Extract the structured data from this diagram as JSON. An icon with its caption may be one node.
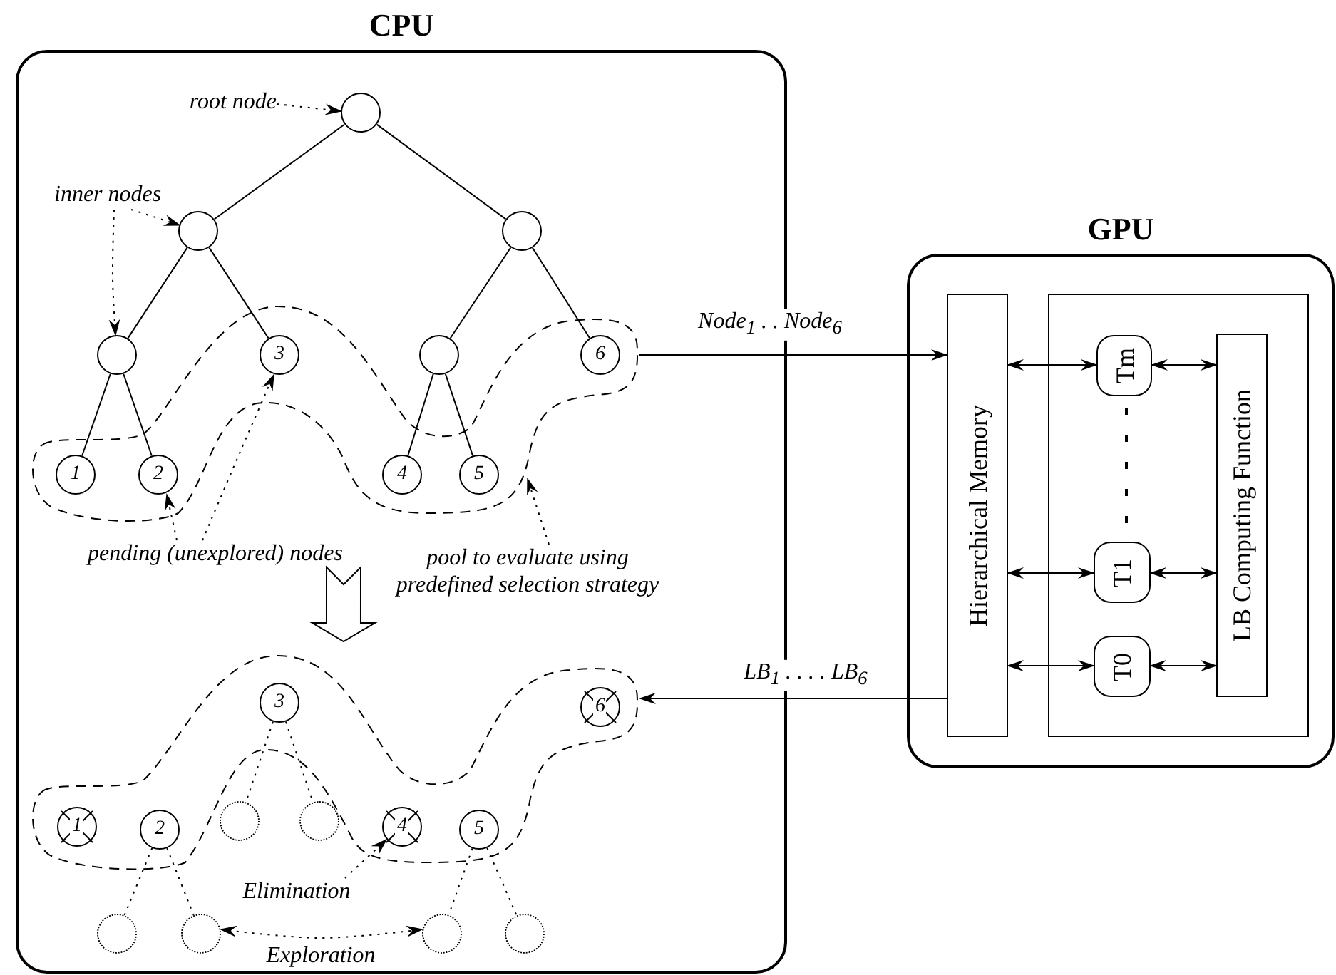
{
  "diagram": {
    "nodes": [
      {
        "text": [
          "CPU"
        ]
      },
      {
        "text": [
          "root node"
        ],
        "in": 0
      },
      {
        "text": [],
        "shape": "circle",
        "in": 0
      },
      {
        "text": [
          "inner nodes"
        ],
        "in": 0
      },
      {
        "text": [],
        "shape": "circle",
        "in": 0
      },
      {
        "text": [],
        "shape": "circle",
        "in": 0
      },
      {
        "text": [],
        "shape": "outline",
        "in": 0
      },
      {
        "text": [],
        "shape": "circle",
        "in": 0
      },
      {
        "text": [
          "3"
        ],
        "in": 6
      },
      {
        "text": [],
        "shape": "circle",
        "in": 0
      },
      {
        "text": [
          "6"
        ],
        "in": 6
      },
      {
        "text": [
          "1"
        ],
        "in": 6
      },
      {
        "text": [
          "2"
        ],
        "in": 6
      },
      {
        "text": [
          "4"
        ],
        "in": 6
      },
      {
        "text": [
          "5"
        ],
        "in": 6
      },
      {
        "text": [
          "pending (unexplored) nodes"
        ],
        "in": 0
      },
      {
        "text": [
          "pool to evaluate using predefined selection strategy"
        ],
        "in": 0
      },
      {
        "text": [],
        "shape": "outline",
        "in": 0
      },
      {
        "text": [
          "3"
        ],
        "in": 17
      },
      {
        "text": [
          "6"
        ],
        "in": 17
      },
      {
        "text": [
          "1"
        ],
        "in": 17
      },
      {
        "text": [
          "2"
        ],
        "in": 17
      },
      {
        "text": [],
        "shape": "circle",
        "in": 0
      },
      {
        "text": [],
        "shape": "circle",
        "in": 0
      },
      {
        "text": [
          "4"
        ],
        "in": 17
      },
      {
        "text": [
          "5"
        ],
        "in": 17
      },
      {
        "text": [
          "Elimination"
        ],
        "in": 0
      },
      {
        "text": [],
        "shape": "circle",
        "in": 0
      },
      {
        "text": [],
        "shape": "circle",
        "in": 0
      },
      {
        "text": [],
        "shape": "circle",
        "in": 0
      },
      {
        "text": [],
        "shape": "circle",
        "in": 0
      },
      {
        "text": [
          "GPU"
        ]
      },
      {
        "text": [
          "Hierarchical Memory"
        ],
        "in": 31
      },
      {
        "text": [],
        "shape": "box",
        "in": 31
      },
      {
        "text": [
          "Tm"
        ],
        "in": 33
      },
      {
        "text": [
          "T1"
        ],
        "in": 33
      },
      {
        "text": [
          "T0"
        ],
        "in": 33
      },
      {
        "text": [
          "LB Computing Function"
        ],
        "in": 33
      }
    ],
    "edges": [
      {
        "from": 2,
        "to": 4,
        "arrow": "none"
      },
      {
        "from": 2,
        "to": 5,
        "arrow": "none"
      },
      {
        "from": 4,
        "to": 7,
        "arrow": "none"
      },
      {
        "from": 4,
        "to": 8,
        "arrow": "none"
      },
      {
        "from": 5,
        "to": 9,
        "arrow": "none"
      },
      {
        "from": 5,
        "to": 10,
        "arrow": "none"
      },
      {
        "from": 7,
        "to": 11,
        "arrow": "none"
      },
      {
        "from": 7,
        "to": 12,
        "arrow": "none"
      },
      {
        "from": 9,
        "to": 13,
        "arrow": "none"
      },
      {
        "from": 9,
        "to": 14,
        "arrow": "none"
      },
      {
        "from": 1,
        "to": 2,
        "arrow": "to",
        "style": "dashed"
      },
      {
        "from": 3,
        "to": 4,
        "arrow": "to",
        "style": "dashed"
      },
      {
        "from": 3,
        "to": 7,
        "arrow": "to",
        "style": "dashed"
      },
      {
        "from": 15,
        "to": 12,
        "arrow": "to",
        "style": "dashed"
      },
      {
        "from": 15,
        "to": 8,
        "arrow": "to",
        "style": "dashed"
      },
      {
        "from": 16,
        "to": 6,
        "arrow": "to",
        "style": "dashed"
      },
      {
        "from": 26,
        "to": 24,
        "arrow": "to",
        "style": "dashed"
      },
      {
        "from": 18,
        "to": 22,
        "arrow": "none",
        "style": "dashed"
      },
      {
        "from": 18,
        "to": 23,
        "arrow": "none",
        "style": "dashed"
      },
      {
        "from": 21,
        "to": 27,
        "arrow": "none",
        "style": "dashed"
      },
      {
        "from": 21,
        "to": 28,
        "arrow": "none",
        "style": "dashed"
      },
      {
        "from": 25,
        "to": 29,
        "arrow": "none",
        "style": "dashed"
      },
      {
        "from": 25,
        "to": 30,
        "arrow": "none",
        "style": "dashed"
      },
      {
        "from": 28,
        "to": 29,
        "arrow": "both",
        "style": "dashed",
        "label": "Exploration"
      },
      {
        "from": 6,
        "to": 32,
        "arrow": "to",
        "label": "Node$_{1}$ . . Node$_{6}$"
      },
      {
        "from": 32,
        "to": 17,
        "arrow": "to",
        "label": "LB$_{1}$ . . . . LB$_{6}$"
      },
      {
        "from": 32,
        "to": 34,
        "arrow": "both"
      },
      {
        "from": 32,
        "to": 35,
        "arrow": "both"
      },
      {
        "from": 32,
        "to": 36,
        "arrow": "both"
      },
      {
        "from": 34,
        "to": 37,
        "arrow": "both"
      },
      {
        "from": 35,
        "to": 37,
        "arrow": "both"
      },
      {
        "from": 36,
        "to": 37,
        "arrow": "both"
      },
      {
        "from": 15,
        "to": 17,
        "arrow": "to",
        "style": "thick"
      }
    ]
  }
}
